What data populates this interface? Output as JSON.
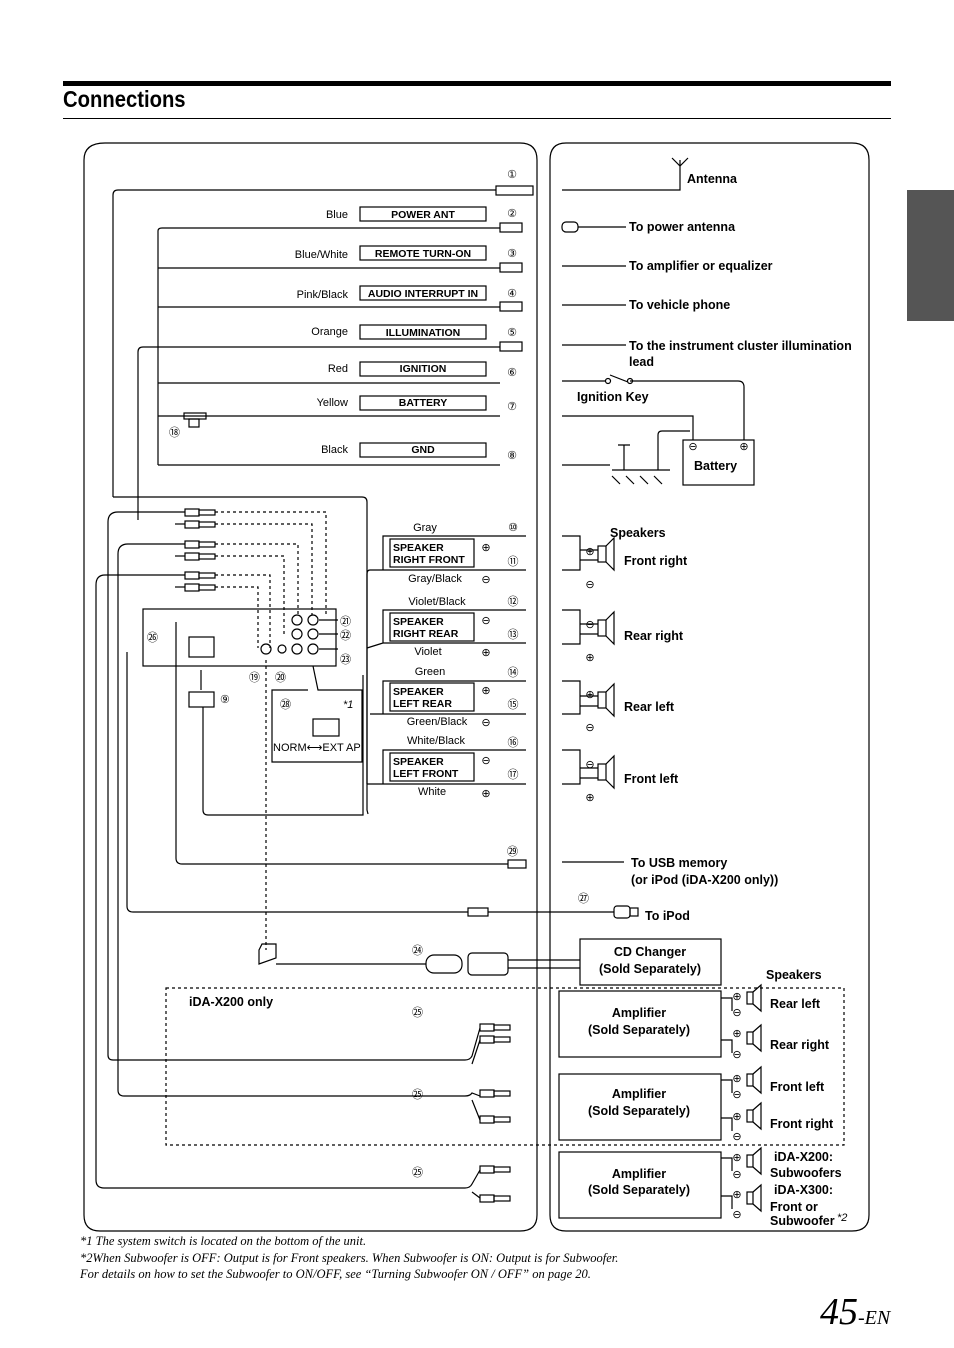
{
  "page": {
    "title": "Connections",
    "page_number": "45",
    "page_suffix": "-EN"
  },
  "left_panel": {
    "wires": [
      {
        "num": "①",
        "color": "",
        "label": ""
      },
      {
        "num": "②",
        "color": "Blue",
        "label": "POWER ANT"
      },
      {
        "num": "③",
        "color": "Blue/White",
        "label": "REMOTE TURN-ON"
      },
      {
        "num": "④",
        "color": "Pink/Black",
        "label": "AUDIO INTERRUPT IN"
      },
      {
        "num": "⑤",
        "color": "Orange",
        "label": "ILLUMINATION"
      },
      {
        "num": "⑥",
        "color": "Red",
        "label": "IGNITION"
      },
      {
        "num": "⑦",
        "color": "Yellow",
        "label": "BATTERY"
      },
      {
        "num": "⑧",
        "color": "Black",
        "label": "GND"
      }
    ],
    "fuse_num": "⑱",
    "speakers": [
      {
        "label1": "SPEAKER",
        "label2": "RIGHT FRONT",
        "num_a": "⑩",
        "color_a": "Gray",
        "num_b": "⑪",
        "color_b": "Gray/Black"
      },
      {
        "label1": "SPEAKER",
        "label2": "RIGHT REAR",
        "num_a": "⑫",
        "color_a": "Violet/Black",
        "num_b": "⑬",
        "color_b": "Violet"
      },
      {
        "label1": "SPEAKER",
        "label2": "LEFT REAR",
        "num_a": "⑭",
        "color_a": "Green",
        "num_b": "⑮",
        "color_b": "Green/Black"
      },
      {
        "label1": "SPEAKER",
        "label2": "LEFT FRONT",
        "num_a": "⑯",
        "color_a": "White/Black",
        "num_b": "⑰",
        "color_b": "White"
      }
    ],
    "plus": "⊕",
    "minus": "⊖",
    "unit_nums": {
      "n21": "㉑",
      "n22": "㉒",
      "n23": "㉓",
      "n26": "㉖",
      "n19": "⑲",
      "n20": "⑳",
      "n9": "⑨",
      "n28": "㉘",
      "n29": "㉙",
      "n24": "㉔",
      "n25": "㉕",
      "n27": "㉗"
    },
    "switch_note": "*1",
    "switch_label": "NORM⟷EXT AP",
    "ida_only": "iDA-X200 only"
  },
  "right_panel": {
    "antenna": "Antenna",
    "power_antenna": "To power antenna",
    "amplifier": "To amplifier or equalizer",
    "vehicle_phone": "To vehicle phone",
    "illumination_1": "To the instrument cluster illumination",
    "illumination_2": "lead",
    "ignition_key": "Ignition Key",
    "battery": "Battery",
    "speakers": "Speakers",
    "front_right": "Front right",
    "rear_right": "Rear right",
    "rear_left": "Rear left",
    "front_left": "Front left",
    "usb_1": "To USB memory",
    "usb_2": "(or iPod (iDA-X200 only))",
    "to_ipod": "To iPod",
    "cd_changer_1": "CD Changer",
    "cd_changer_2": "(Sold Separately)",
    "speakers2": "Speakers",
    "amplifier_1": "Amplifier",
    "amplifier_2": "(Sold Separately)",
    "amp_outputs": [
      "Rear left",
      "Rear right",
      "Front left",
      "Front right"
    ],
    "sub_1": "iDA-X200:",
    "sub_2": "Subwoofers",
    "sub_3": "iDA-X300:",
    "sub_4": "Front or",
    "sub_5": "Subwoofer",
    "sub_note": "*2"
  },
  "footnotes": {
    "f1_mark": "*1",
    "f1": "The system switch is located on the bottom of the unit.",
    "f2_mark": "*2",
    "f2": "When Subwoofer is OFF: Output is for Front speakers. When Subwoofer is ON: Output is for Subwoofer.",
    "f3": "For details on how to set the Subwoofer to ON/OFF, see “Turning Subwoofer ON / OFF” on page 20."
  }
}
